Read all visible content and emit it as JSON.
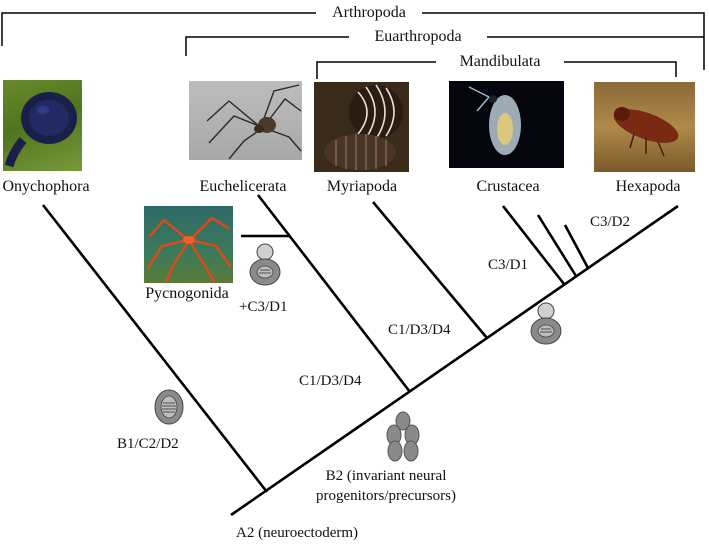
{
  "clades": {
    "arthropoda": "Arthropoda",
    "euarthropoda": "Euarthropoda",
    "mandibulata": "Mandibulata"
  },
  "taxa": {
    "onychophora": "Onychophora",
    "euchelicerata": "Euchelicerata",
    "myriapoda": "Myriapoda",
    "crustacea": "Crustacea",
    "hexapoda": "Hexapoda",
    "pycnogonida": "Pycnogonida"
  },
  "annotations": {
    "pycno_char": "+C3/D1",
    "euchel_node": "C1/D3/D4",
    "myria_node": "C1/D3/D4",
    "crust_node": "C3/D1",
    "hexa_node": "C3/D2",
    "onycho_char": "B1/C2/D2",
    "b2_line1": "B2 (invariant neural",
    "b2_line2": "progenitors/precursors)",
    "root": "A2 (neuroectoderm)"
  },
  "icons": {
    "ventral_organ": "ventral-organ-icon",
    "neuroblast_pair": "neuroblast-pair-icon",
    "invariant_progenitor": "invariant-progenitor-cluster-icon"
  },
  "colors": {
    "line": "#000000",
    "icon_fill": "#8a8a8a",
    "icon_light": "#d0d0d0"
  }
}
